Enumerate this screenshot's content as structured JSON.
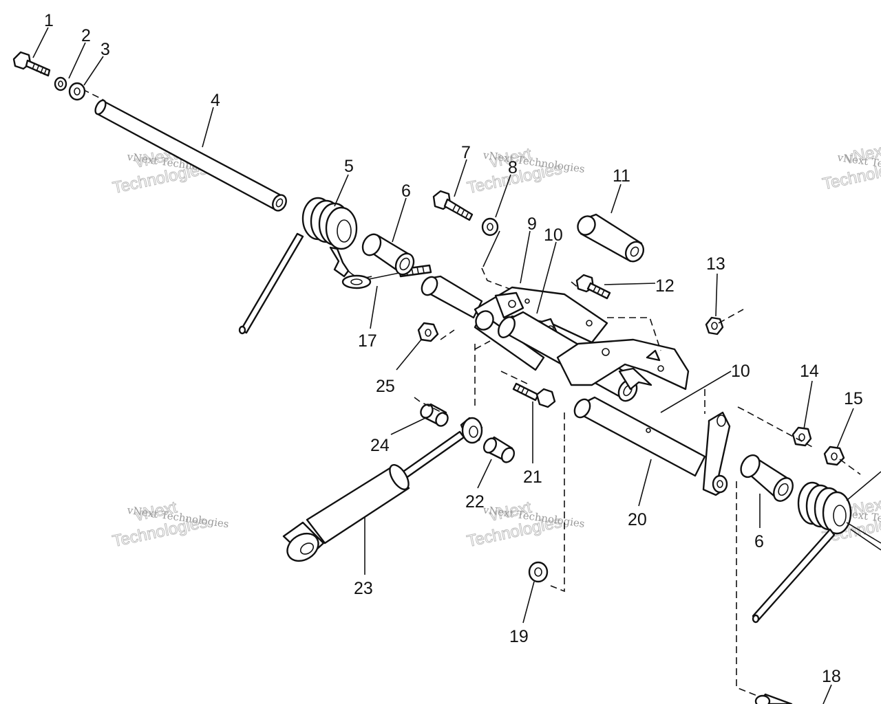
{
  "watermark": {
    "line1": "vNext Technologies",
    "line2": "vNext",
    "line3": "Technologies"
  },
  "callouts": {
    "c1": "1",
    "c2": "2",
    "c3": "3",
    "c4": "4",
    "c5": "5",
    "c6a": "6",
    "c7": "7",
    "c8": "8",
    "c9": "9",
    "c10a": "10",
    "c11": "11",
    "c12": "12",
    "c13": "13",
    "c10b": "10",
    "c14": "14",
    "c15": "15",
    "c17": "17",
    "c25": "25",
    "c24": "24",
    "c21": "21",
    "c22": "22",
    "c20": "20",
    "c6b": "6",
    "c23": "23",
    "c19": "19",
    "c18": "18"
  }
}
